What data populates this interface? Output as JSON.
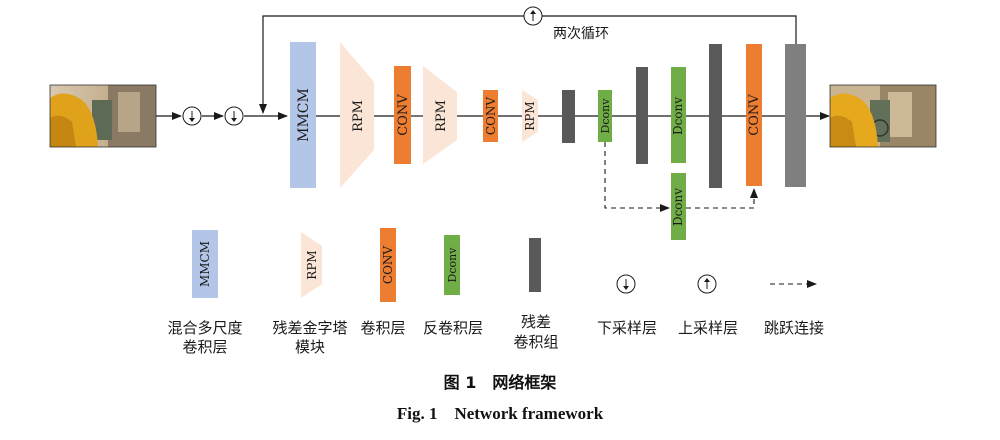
{
  "colors": {
    "mmcm": "#b4c6e7",
    "rpm": "#fbe5d6",
    "conv": "#ed7d31",
    "dconv": "#70ad47",
    "residual": "#595959",
    "residual_light": "#7f7f7f",
    "line": "#1a1a1a"
  },
  "diagram": {
    "loop_label": "两次循环",
    "blocks": {
      "mmcm": "MMCM",
      "rpm": "RPM",
      "conv": "CONV",
      "dconv": "Dconv"
    },
    "icons": {
      "down": "down-sampling-icon",
      "up": "up-sampling-icon"
    }
  },
  "legend": {
    "mmcm_desc_1": "混合多尺度",
    "mmcm_desc_2": "卷积层",
    "rpm_desc_1": "残差金字塔",
    "rpm_desc_2": "模块",
    "conv_desc": "卷积层",
    "dconv_desc": "反卷积层",
    "residual_desc_1": "残差",
    "residual_desc_2": "卷积组",
    "down_desc": "下采样层",
    "up_desc": "上采样层",
    "skip_desc": "跳跃连接"
  },
  "caption": {
    "cn": "图 1　网络框架",
    "en": "Fig. 1　Network framework"
  }
}
